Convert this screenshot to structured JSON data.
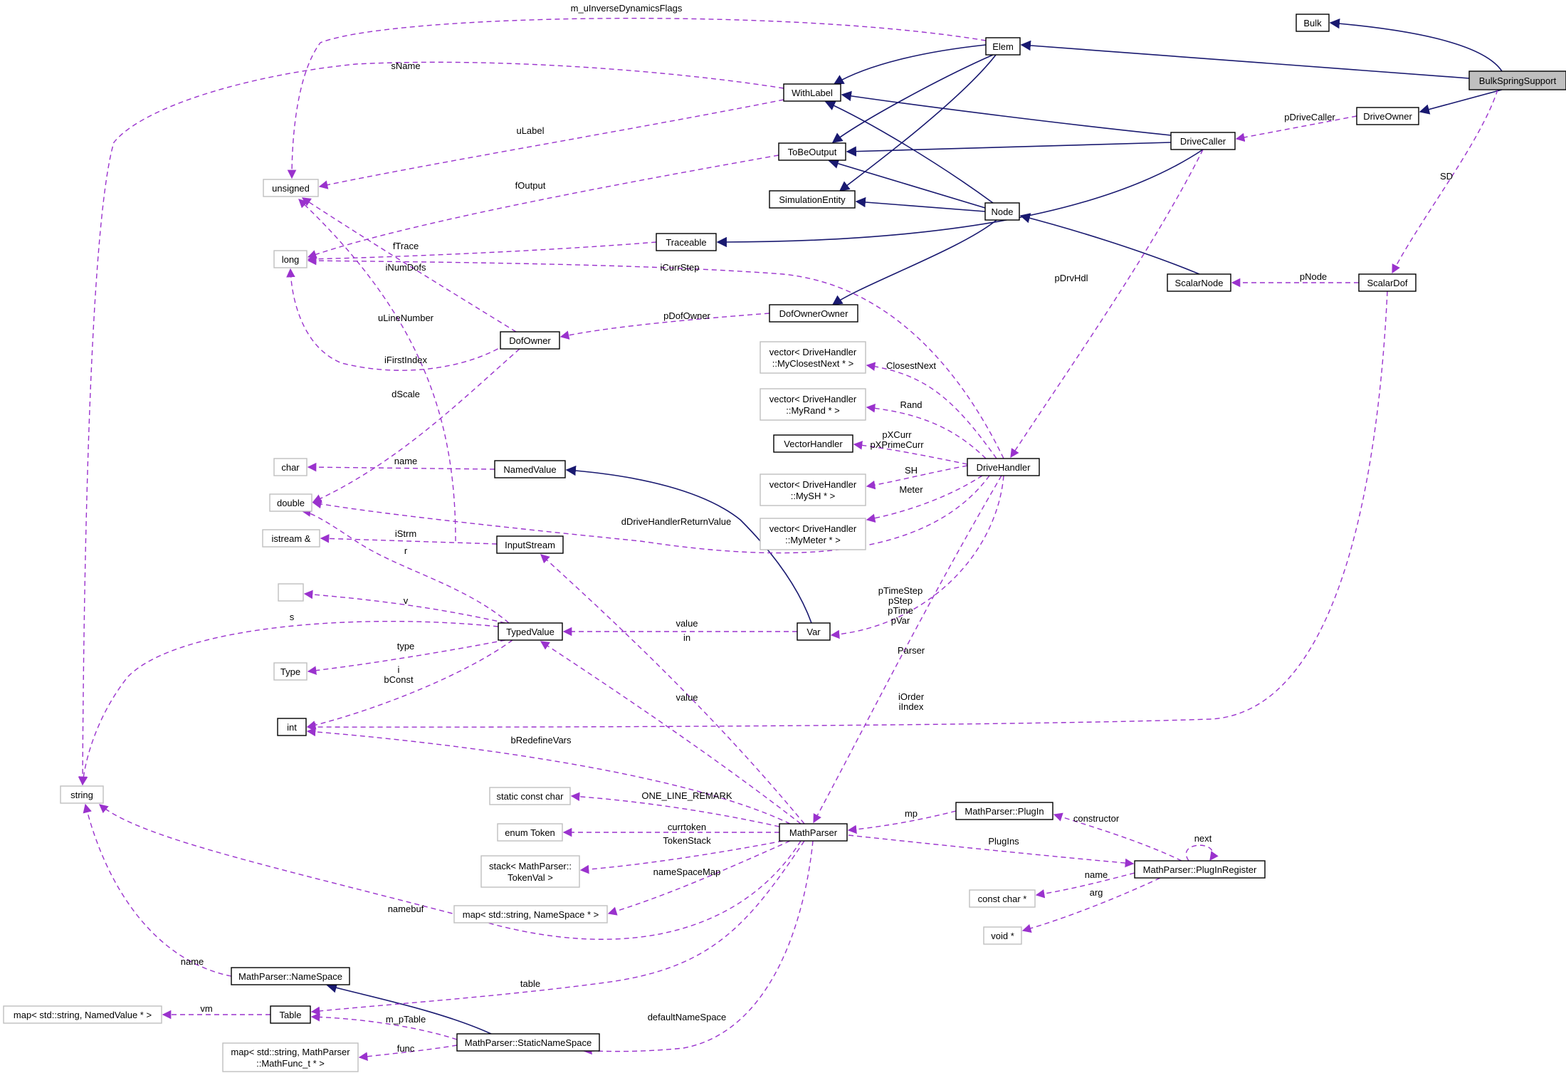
{
  "colors": {
    "inheritance_edge": "#191970",
    "usage_edge": "#9a32cd",
    "root_fill": "#bfbfbf",
    "documented_border": "#000000",
    "undocumented_border": "#bfbfbf"
  },
  "nodes": {
    "BulkSpringSupport": [
      "BulkSpringSupport"
    ],
    "Bulk": [
      "Bulk"
    ],
    "Elem": [
      "Elem"
    ],
    "DriveOwner": [
      "DriveOwner"
    ],
    "WithLabel": [
      "WithLabel"
    ],
    "ToBeOutput": [
      "ToBeOutput"
    ],
    "SimulationEntity": [
      "SimulationEntity"
    ],
    "DriveCaller": [
      "DriveCaller"
    ],
    "Node": [
      "Node"
    ],
    "Traceable": [
      "Traceable"
    ],
    "ScalarNode": [
      "ScalarNode"
    ],
    "ScalarDof": [
      "ScalarDof"
    ],
    "DofOwnerOwner": [
      "DofOwnerOwner"
    ],
    "DofOwner": [
      "DofOwner"
    ],
    "unsigned": [
      "unsigned"
    ],
    "long": [
      "long"
    ],
    "vec_ClosestNext": [
      "vector< DriveHandler",
      "::MyClosestNext * >"
    ],
    "vec_Rand": [
      "vector< DriveHandler",
      "::MyRand * >"
    ],
    "VectorHandler": [
      "VectorHandler"
    ],
    "DriveHandler": [
      "DriveHandler"
    ],
    "vec_SH": [
      "vector< DriveHandler",
      "::MySH * >"
    ],
    "vec_Meter": [
      "vector< DriveHandler",
      "::MyMeter * >"
    ],
    "char": [
      "char"
    ],
    "NamedValue": [
      "NamedValue"
    ],
    "double": [
      "double"
    ],
    "istream": [
      "istream &"
    ],
    "InputStream": [
      "InputStream"
    ],
    "empty": [
      ""
    ],
    "TypedValue": [
      "TypedValue"
    ],
    "Var": [
      "Var"
    ],
    "Type": [
      "Type"
    ],
    "int": [
      "int"
    ],
    "string": [
      "string"
    ],
    "static_const_char": [
      "static const char"
    ],
    "enum_Token": [
      "enum Token"
    ],
    "stack_TokenVal": [
      "stack< MathParser::",
      "TokenVal >"
    ],
    "map_NameSpace": [
      "map< std::string, NameSpace * >"
    ],
    "MathParser": [
      "MathParser"
    ],
    "PlugIn": [
      "MathParser::PlugIn"
    ],
    "PlugInRegister": [
      "MathParser::PlugInRegister"
    ],
    "const_char_ptr": [
      "const char *"
    ],
    "void_ptr": [
      "void *"
    ],
    "NameSpace": [
      "MathParser::NameSpace"
    ],
    "map_NamedValue": [
      "map< std::string, NamedValue * >"
    ],
    "Table": [
      "Table"
    ],
    "StaticNameSpace": [
      "MathParser::StaticNameSpace"
    ],
    "map_MathFunc": [
      "map< std::string, MathParser",
      "::MathFunc_t * >"
    ]
  },
  "edge_labels": {
    "m_uInverseDynamicsFlags": [
      "m_uInverseDynamicsFlags"
    ],
    "sName": [
      "sName"
    ],
    "uLabel": [
      "uLabel"
    ],
    "fOutput": [
      "fOutput"
    ],
    "pDriveCaller": [
      "pDriveCaller"
    ],
    "SD": [
      "SD"
    ],
    "fTrace": [
      "fTrace"
    ],
    "iNumDofs": [
      "iNumDofs"
    ],
    "iCurrStep": [
      "iCurrStep"
    ],
    "pDrvHdl": [
      "pDrvHdl"
    ],
    "pNode": [
      "pNode"
    ],
    "uLineNumber": [
      "uLineNumber"
    ],
    "pDofOwner": [
      "pDofOwner"
    ],
    "iFirstIndex": [
      "iFirstIndex"
    ],
    "ClosestNext": [
      "ClosestNext"
    ],
    "dScale": [
      "dScale"
    ],
    "Rand": [
      "Rand"
    ],
    "pXCurr": [
      "pXCurr",
      "pXPrimeCurr"
    ],
    "SH": [
      "SH"
    ],
    "name_char": [
      "name"
    ],
    "Meter": [
      "Meter"
    ],
    "dDriveHandlerReturnValue": [
      "dDriveHandlerReturnValue"
    ],
    "iStrm": [
      "iStrm"
    ],
    "r": [
      "r"
    ],
    "v": [
      "v"
    ],
    "pTimeStep": [
      "pTimeStep",
      "pStep",
      "pTime",
      "pVar"
    ],
    "s": [
      "s"
    ],
    "value_var": [
      "value"
    ],
    "in": [
      "in"
    ],
    "type": [
      "type"
    ],
    "Parser": [
      "Parser"
    ],
    "i_bConst": [
      "i",
      "bConst"
    ],
    "value_mp": [
      "value"
    ],
    "iOrder": [
      "iOrder",
      "iIndex"
    ],
    "bRedefineVars": [
      "bRedefineVars"
    ],
    "ONE_LINE_REMARK": [
      "ONE_LINE_REMARK"
    ],
    "mp": [
      "mp"
    ],
    "constructor": [
      "constructor"
    ],
    "next": [
      "next"
    ],
    "currtoken": [
      "currtoken"
    ],
    "TokenStack": [
      "TokenStack"
    ],
    "PlugIns": [
      "PlugIns"
    ],
    "nameSpaceMap": [
      "nameSpaceMap"
    ],
    "name_pr": [
      "name"
    ],
    "arg": [
      "arg"
    ],
    "namebuf": [
      "namebuf"
    ],
    "name_ns": [
      "name"
    ],
    "table": [
      "table"
    ],
    "vm": [
      "vm"
    ],
    "m_pTable": [
      "m_pTable"
    ],
    "defaultNameSpace": [
      "defaultNameSpace"
    ],
    "func": [
      "func"
    ]
  }
}
